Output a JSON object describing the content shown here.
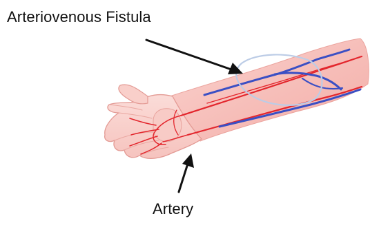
{
  "labels": {
    "fistula": "Arteriovenous Fistula",
    "artery": "Artery"
  },
  "icons": {
    "arm": "forearm-hand-illustration",
    "fistula_pointer": "arrow-pointer",
    "artery_pointer": "arrow-pointer"
  },
  "colors": {
    "skin_fill": "#f7c4bf",
    "skin_light": "#fad8d4",
    "skin_outline": "#e39a94",
    "artery": "#e3262d",
    "vein": "#3a4fc4",
    "fistula_outline": "#bccce6",
    "arrow": "#111111",
    "text": "#111111",
    "background": "#ffffff"
  }
}
